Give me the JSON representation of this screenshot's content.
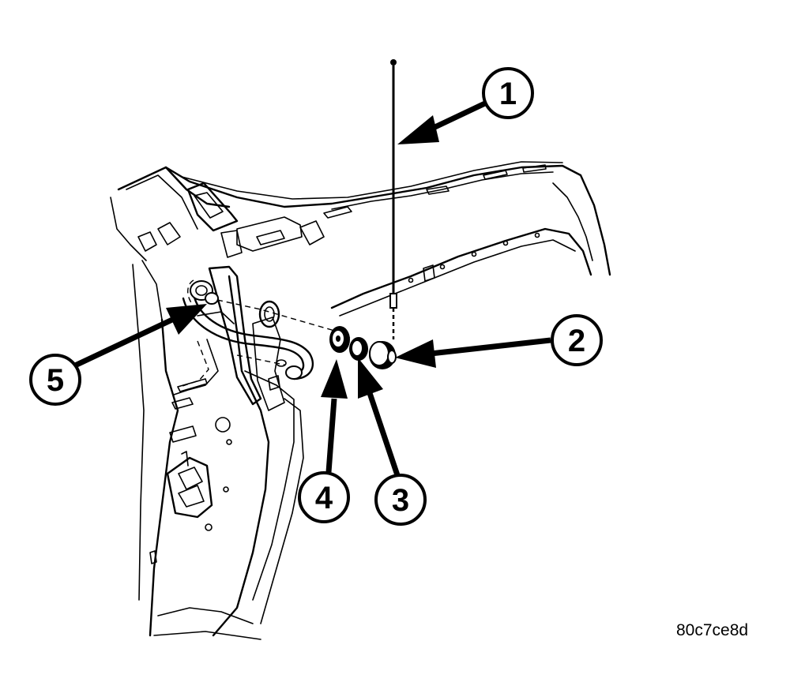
{
  "callouts": [
    {
      "number": "1"
    },
    {
      "number": "2"
    },
    {
      "number": "3"
    },
    {
      "number": "4"
    },
    {
      "number": "5"
    }
  ],
  "figure_id": "80c7ce8d"
}
